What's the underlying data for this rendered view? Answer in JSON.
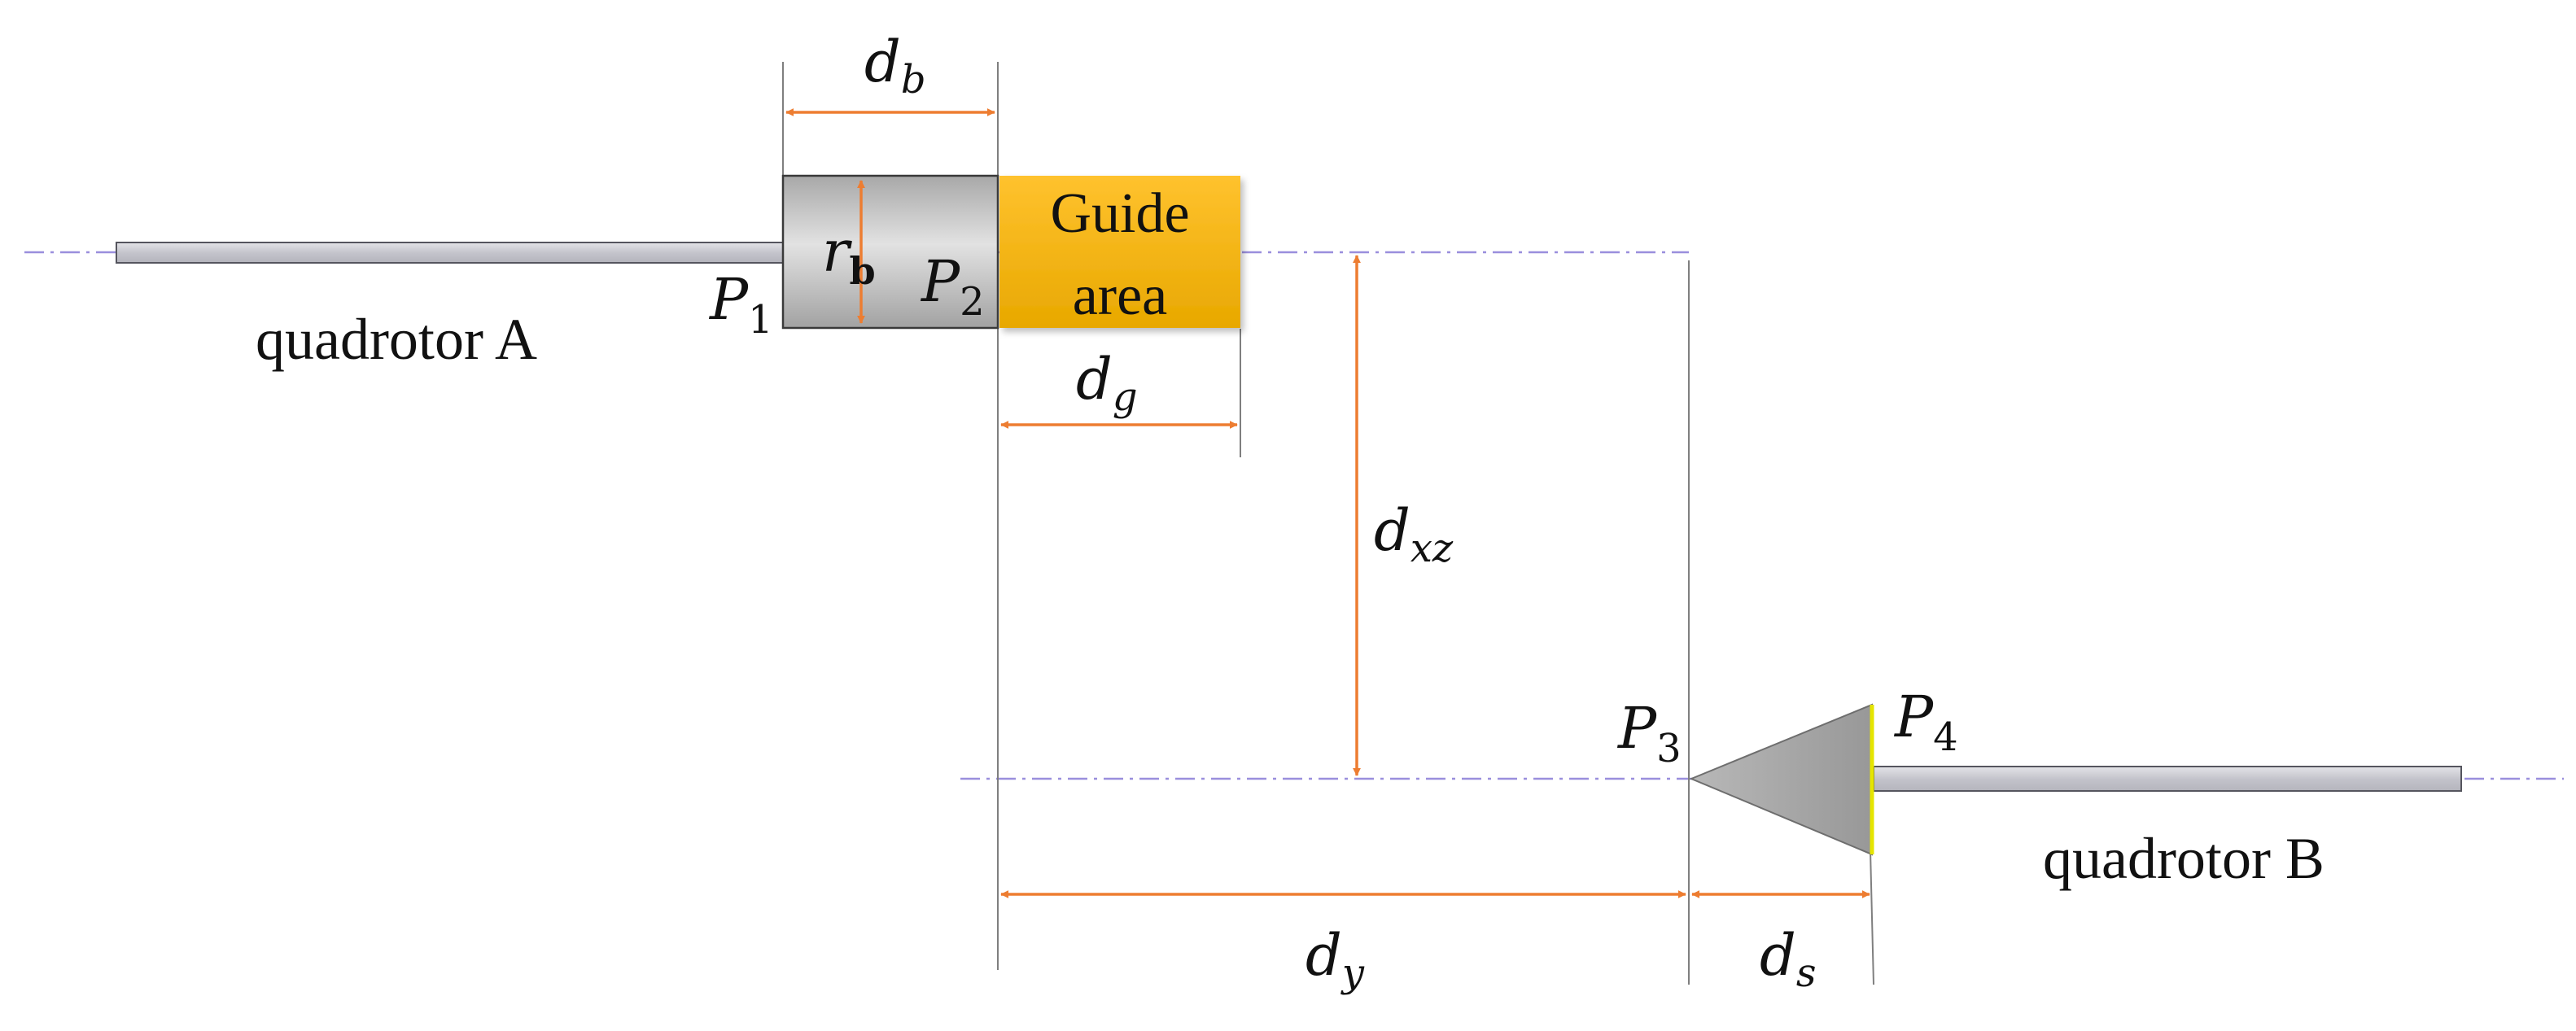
{
  "labels": {
    "quadrotor_a": "quadrotor A",
    "quadrotor_b": "quadrotor B",
    "guide_line1": "Guide",
    "guide_line2": "area",
    "d": "d",
    "r": "r",
    "P": "P",
    "sub_b": "b",
    "sub_g": "g",
    "sub_xz": "xz",
    "sub_y": "y",
    "sub_s": "s",
    "sub_rb": "b",
    "sub_1": "1",
    "sub_2": "2",
    "sub_3": "3",
    "sub_4": "4"
  },
  "colors": {
    "dimension_arrow": "#ED7D31",
    "guide_area_top": "#FFC22E",
    "guide_area_bottom": "#E8A800",
    "axis_line": "#9A8FDD",
    "boom": "#C8C8CC",
    "tip_edge": "#E5E500",
    "ext_line": "#7F7F7F"
  }
}
